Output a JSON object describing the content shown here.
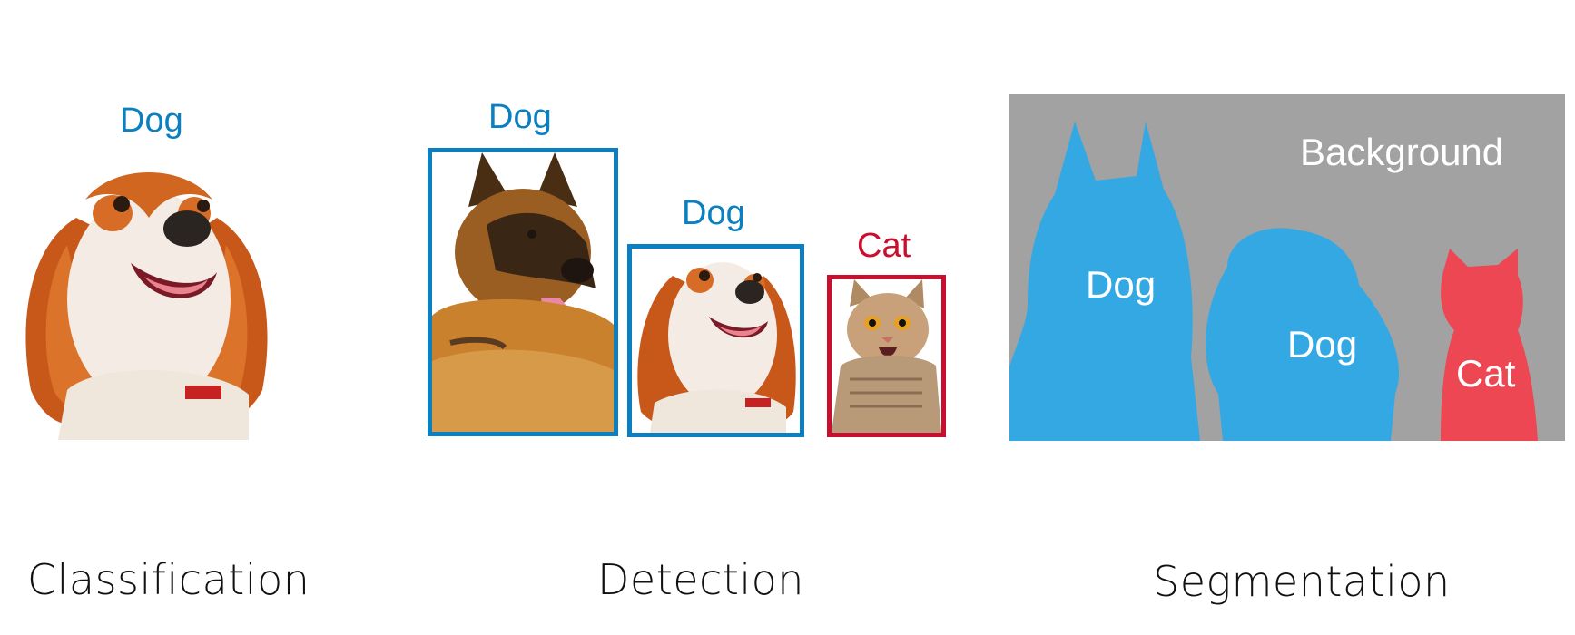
{
  "classification": {
    "label": "Dog",
    "caption": "Classification"
  },
  "detection": {
    "labels": [
      "Dog",
      "Dog",
      "Cat"
    ],
    "caption": "Detection"
  },
  "segmentation": {
    "labels": {
      "background": "Background",
      "dog1": "Dog",
      "dog2": "Dog",
      "cat": "Cat"
    },
    "caption": "Segmentation"
  },
  "colors": {
    "dog": "#0a7fc2",
    "cat": "#c8102e",
    "seg_dog": "#2aa8e8",
    "seg_cat": "#f0424e",
    "seg_background": "#a2a2a2"
  }
}
